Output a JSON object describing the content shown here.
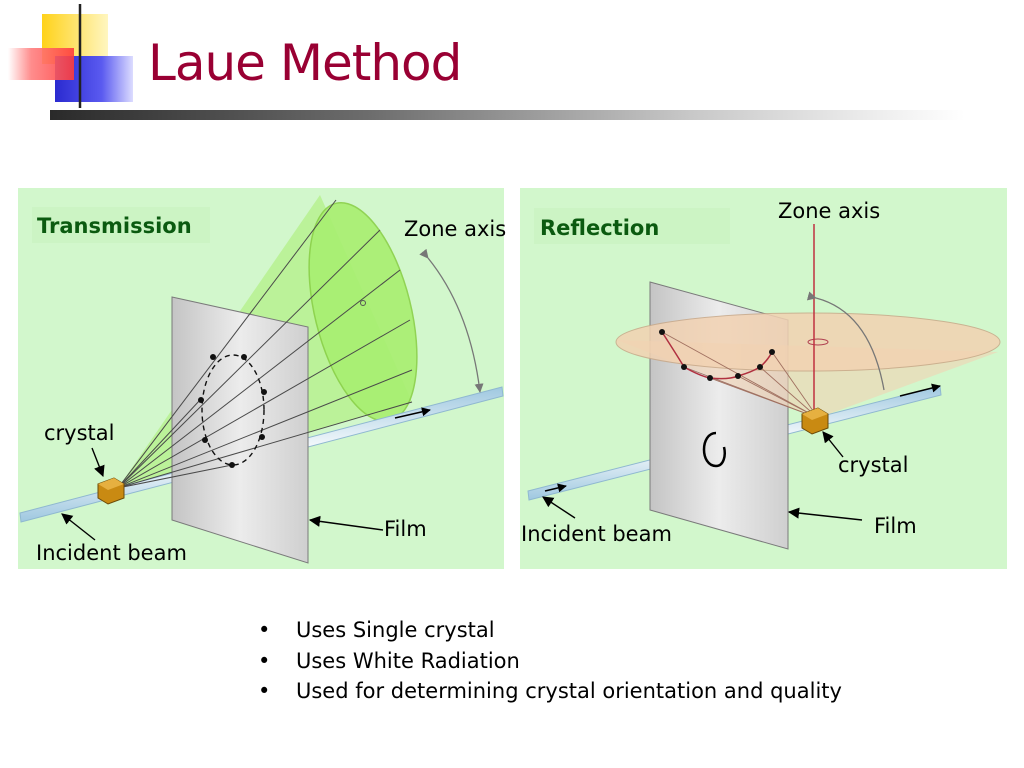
{
  "slide": {
    "title": "Laue Method"
  },
  "panels": {
    "transmission": {
      "title": "Transmission",
      "zone_axis": "Zone axis",
      "crystal": "crystal",
      "film": "Film",
      "incident_beam": "Incident beam"
    },
    "reflection": {
      "title": "Reflection",
      "zone_axis": "Zone axis",
      "crystal": "crystal",
      "film": "Film",
      "incident_beam": "Incident beam"
    }
  },
  "bullets": [
    "Uses Single crystal",
    "Uses White Radiation",
    "Used for determining crystal orientation and quality"
  ],
  "colors": {
    "title": "#990033",
    "panel_background": "#d2f7cc",
    "panel_title": "#0b5a10",
    "cone_transmission": "#a8ef70",
    "cone_reflection": "#f2d2b2",
    "zone_axis_reflection": "#c03040",
    "crystal": "#c98a12"
  }
}
